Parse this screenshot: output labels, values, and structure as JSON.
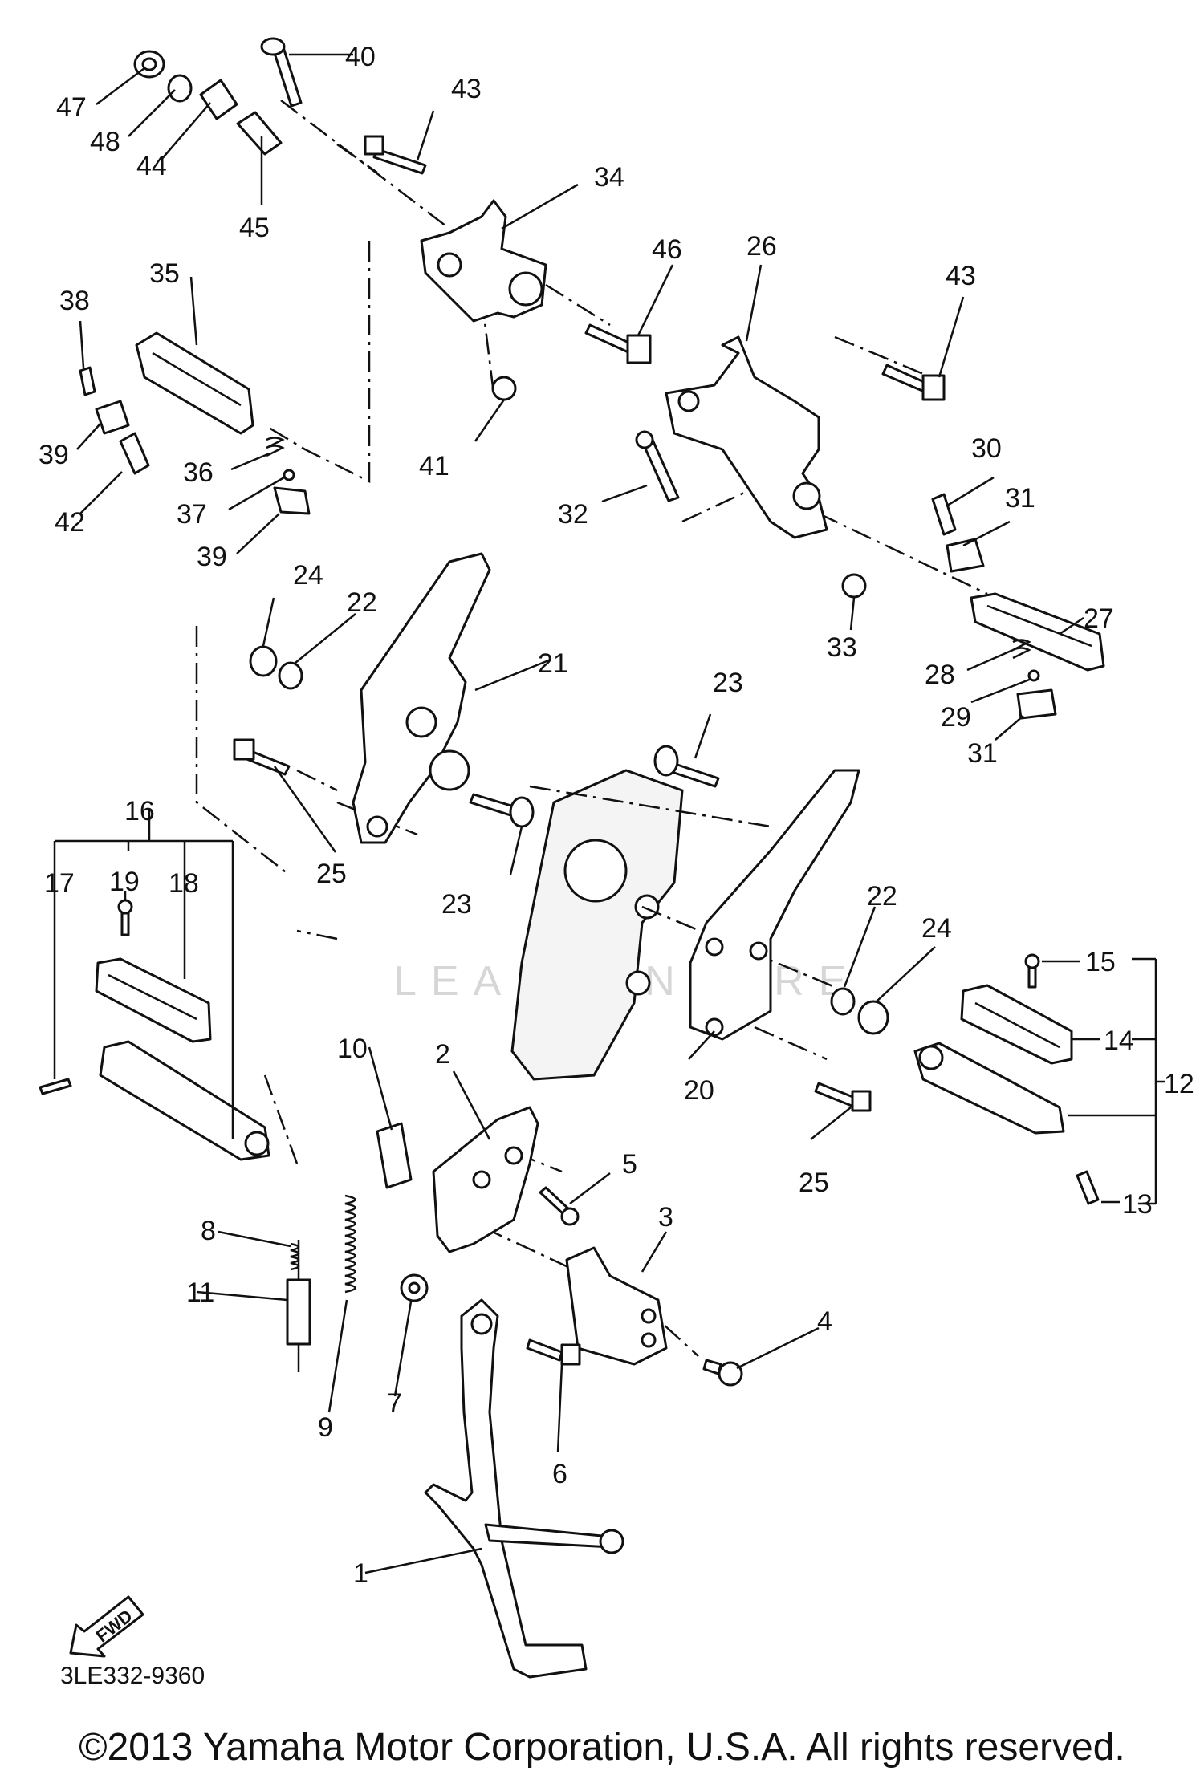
{
  "diagram_code": "3LE332-9360",
  "copyright": "©2013 Yamaha Motor Corporation, U.S.A. All rights reserved.",
  "watermark": "LEADVENTURE",
  "fwd_label": "FWD",
  "callouts": {
    "c1": "1",
    "c2": "2",
    "c3": "3",
    "c4": "4",
    "c5": "5",
    "c6": "6",
    "c7": "7",
    "c8": "8",
    "c9": "9",
    "c10": "10",
    "c11": "11",
    "c12": "12",
    "c13": "13",
    "c14": "14",
    "c15": "15",
    "c16": "16",
    "c17": "17",
    "c18": "18",
    "c19": "19",
    "c20": "20",
    "c21": "21",
    "c22a": "22",
    "c22b": "22",
    "c23a": "23",
    "c23b": "23",
    "c24a": "24",
    "c24b": "24",
    "c25a": "25",
    "c25b": "25",
    "c26": "26",
    "c27": "27",
    "c28": "28",
    "c29": "29",
    "c30": "30",
    "c31a": "31",
    "c31b": "31",
    "c32": "32",
    "c33": "33",
    "c34": "34",
    "c35": "35",
    "c36": "36",
    "c37": "37",
    "c38": "38",
    "c39a": "39",
    "c39b": "39",
    "c40": "40",
    "c41": "41",
    "c42": "42",
    "c43a": "43",
    "c43b": "43",
    "c44": "44",
    "c45": "45",
    "c46": "46",
    "c47": "47",
    "c48": "48"
  }
}
